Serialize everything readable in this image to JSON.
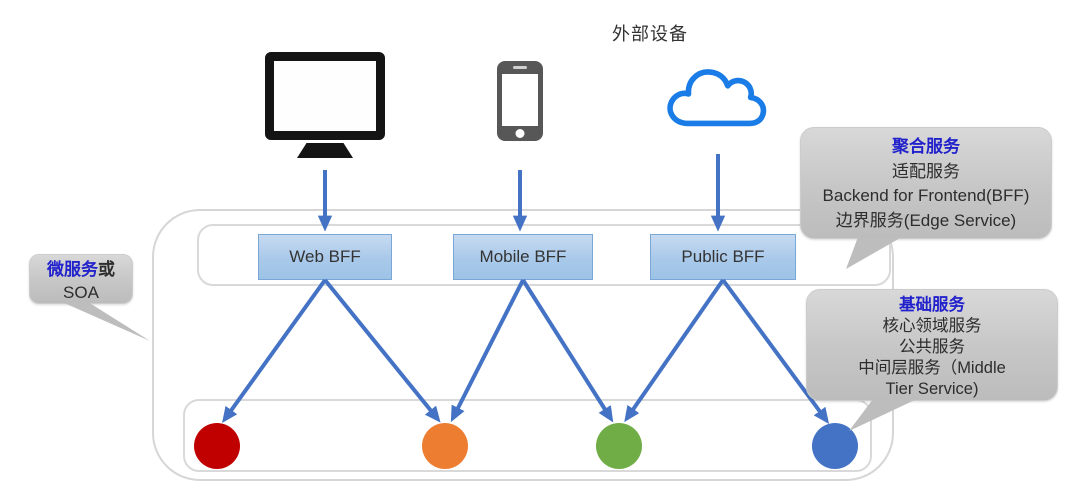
{
  "diagram": {
    "external_devices_label": "外部设备",
    "devices": [
      {
        "name": "desktop-monitor",
        "icon": "monitor-icon"
      },
      {
        "name": "smartphone",
        "icon": "smartphone-icon"
      },
      {
        "name": "cloud",
        "icon": "cloud-icon",
        "color": "#1a7ce6"
      }
    ],
    "bff_boxes": [
      {
        "label": "Web BFF"
      },
      {
        "label": "Mobile BFF"
      },
      {
        "label": "Public BFF"
      }
    ],
    "service_nodes": [
      {
        "name": "service-node-red",
        "color": "#c00000"
      },
      {
        "name": "service-node-orange",
        "color": "#ed7d31"
      },
      {
        "name": "service-node-green",
        "color": "#70ad47"
      },
      {
        "name": "service-node-blue",
        "color": "#4472c4"
      }
    ],
    "callouts": {
      "aggregation": {
        "title": "聚合服务",
        "lines": [
          "适配服务",
          "Backend for Frontend(BFF)",
          "边界服务(Edge Service)"
        ]
      },
      "microservice": {
        "title_highlight": "微服务",
        "title_rest": "或",
        "line": "SOA"
      },
      "foundation": {
        "title": "基础服务",
        "lines": [
          "核心领域服务",
          "公共服务",
          "中间层服务（Middle",
          "Tier Service)"
        ]
      }
    },
    "colors": {
      "arrow": "#4472c4",
      "bff_border": "#7ba7d7",
      "callout_title_blue": "#2222cc",
      "container_border": "#d6d6d6",
      "cloud_stroke": "#1a7ce6"
    }
  }
}
